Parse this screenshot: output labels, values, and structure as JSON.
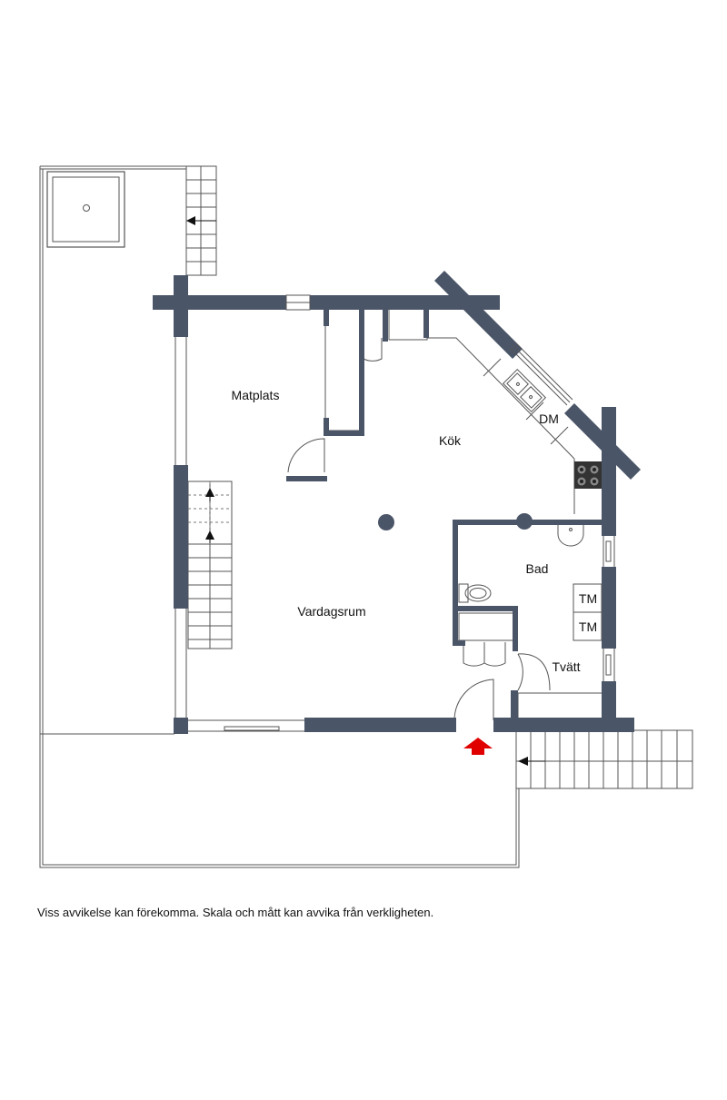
{
  "colors": {
    "wall": "#4b5568",
    "line": "#555555",
    "entrance_arrow": "#e00000",
    "background": "#ffffff"
  },
  "rooms": {
    "matplats": "Matplats",
    "kok": "Kök",
    "vardagsrum": "Vardagsrum",
    "bad": "Bad",
    "tvatt": "Tvätt"
  },
  "appliances": {
    "dm": "DM",
    "tm_1": "TM",
    "tm_2": "TM"
  },
  "footer": {
    "disclaimer": "Viss avvikelse kan förekomma. Skala och mått kan avvika från verkligheten."
  },
  "icons": {
    "entrance": "red-entrance-arrow-icon",
    "stairs": "stair-direction-arrow-icon"
  }
}
